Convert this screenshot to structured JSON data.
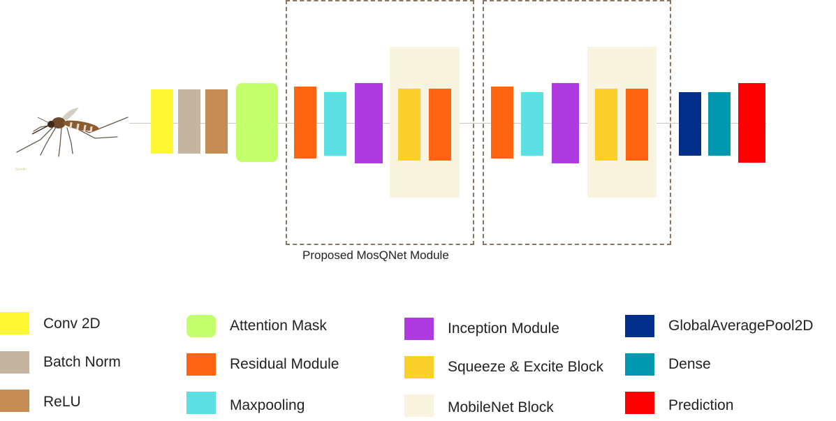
{
  "colors": {
    "conv2d": "#fef734",
    "batch_norm": "#c5b4a0",
    "relu": "#c48b52",
    "attention_mask": "#c3fe6d",
    "residual": "#fe6411",
    "maxpooling": "#5ce0e3",
    "inception": "#ad3be0",
    "squeeze_excite": "#fcd02b",
    "mobilenet": "#f8f4e0",
    "gap2d": "#022f8c",
    "dense": "#0099b0",
    "prediction": "#fe0000"
  },
  "diagram": {
    "input_image": "mosquito",
    "input_caption": "Nyrefin",
    "module_label": "Proposed MosQNet Module"
  },
  "legend": [
    {
      "label": "Conv 2D",
      "color_key": "conv2d"
    },
    {
      "label": "Batch Norm",
      "color_key": "batch_norm"
    },
    {
      "label": "ReLU",
      "color_key": "relu"
    },
    {
      "label": "Attention Mask",
      "color_key": "attention_mask"
    },
    {
      "label": "Residual Module",
      "color_key": "residual"
    },
    {
      "label": "Maxpooling",
      "color_key": "maxpooling"
    },
    {
      "label": "Inception Module",
      "color_key": "inception"
    },
    {
      "label": "Squeeze & Excite Block",
      "color_key": "squeeze_excite"
    },
    {
      "label": "MobileNet Block",
      "color_key": "mobilenet"
    },
    {
      "label": "GlobalAveragePool2D",
      "color_key": "gap2d"
    },
    {
      "label": "Dense",
      "color_key": "dense"
    },
    {
      "label": "Prediction",
      "color_key": "prediction"
    }
  ]
}
